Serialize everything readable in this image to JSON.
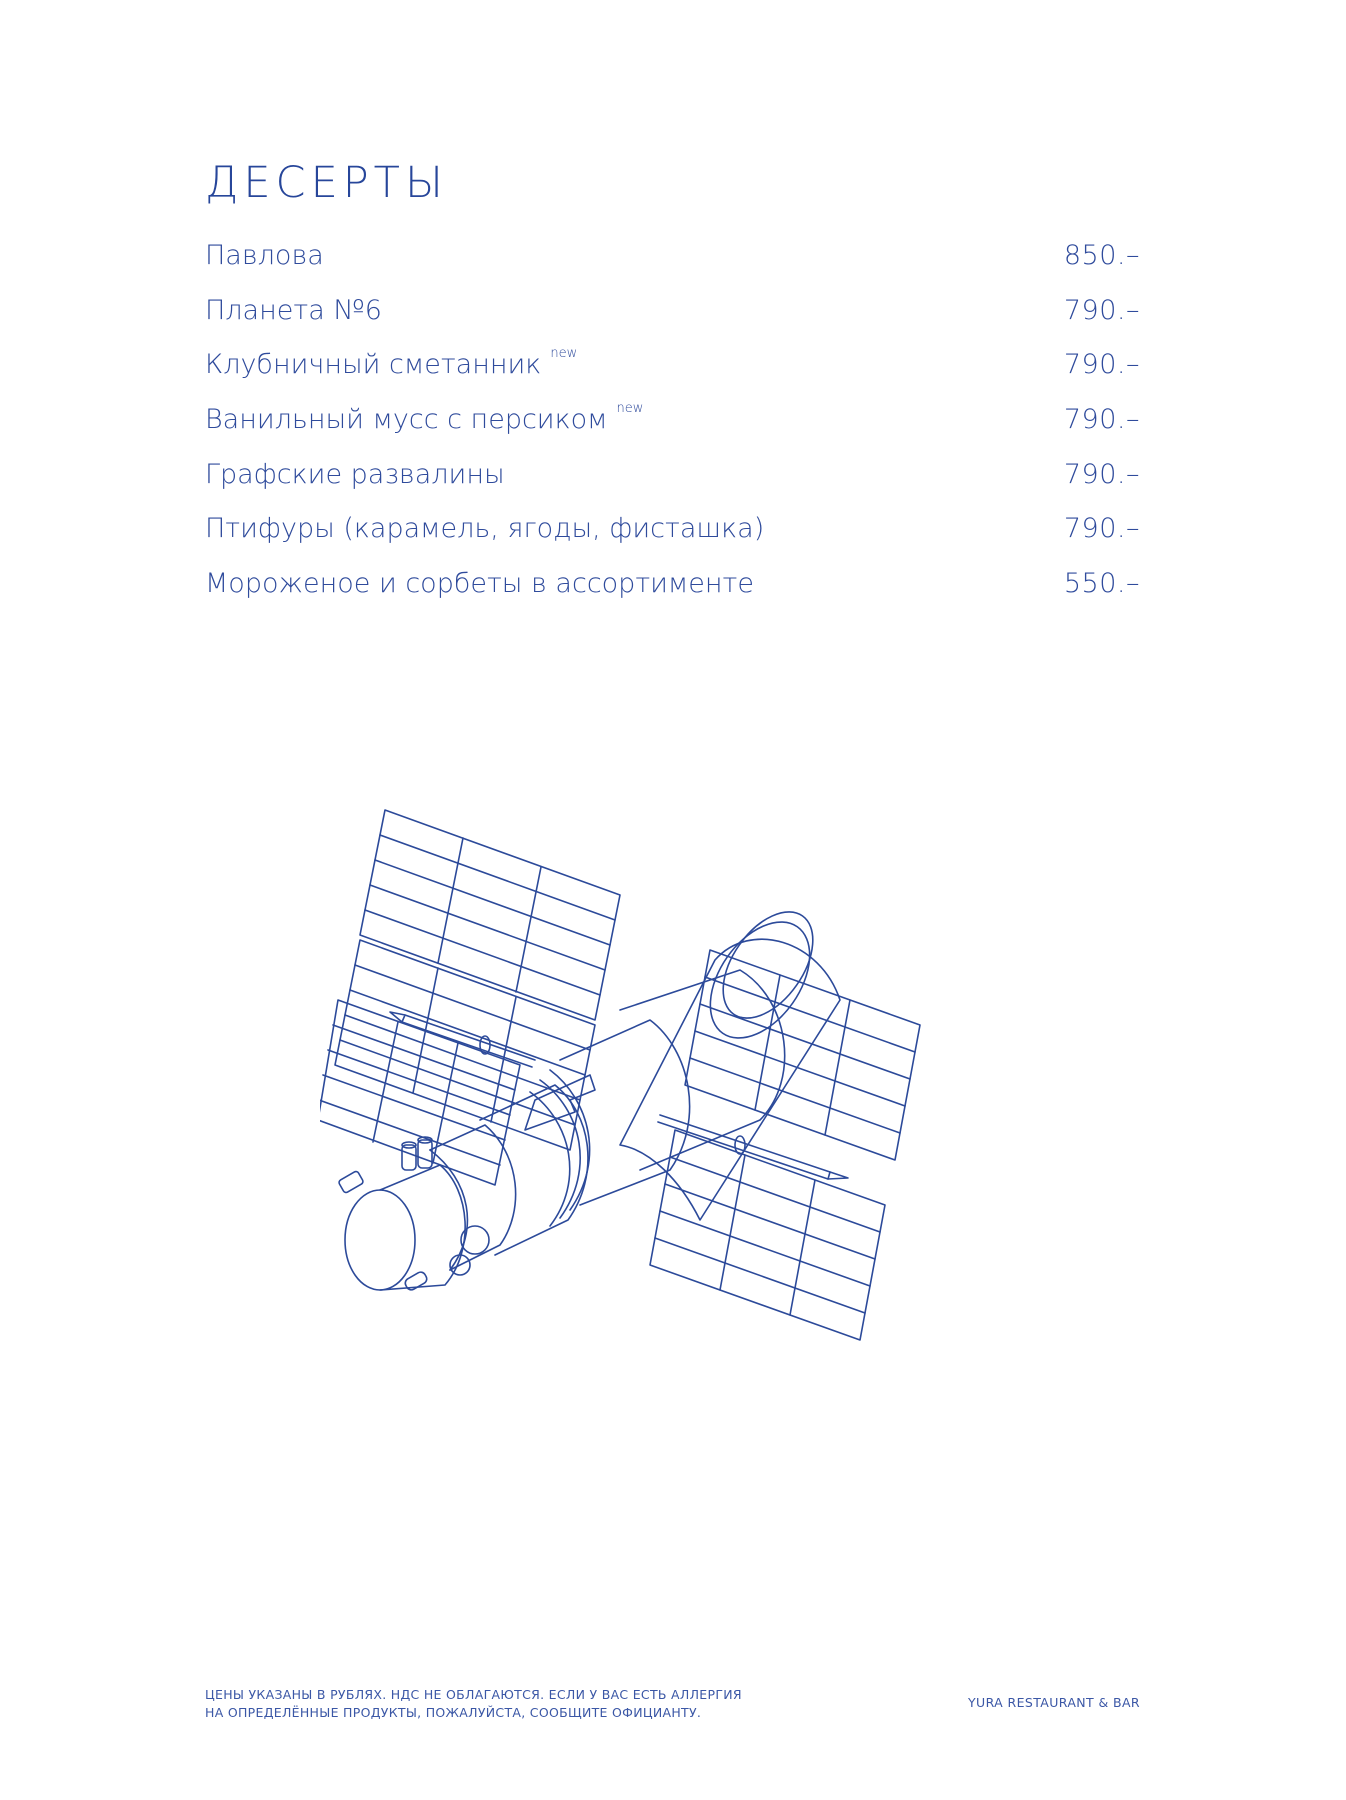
{
  "section": {
    "title": "ДЕСЕРТЫ"
  },
  "items": [
    {
      "name": "Павлова",
      "badge": "",
      "price": "850.–"
    },
    {
      "name": "Планета №6",
      "badge": "",
      "price": "790.–"
    },
    {
      "name": "Клубничный сметанник",
      "badge": "new",
      "price": "790.–"
    },
    {
      "name": "Ванильный мусс с персиком",
      "badge": "new",
      "price": "790.–"
    },
    {
      "name": "Графские развалины",
      "badge": "",
      "price": "790.–"
    },
    {
      "name": "Птифуры (карамель, ягоды, фисташка)",
      "badge": "",
      "price": "790.–"
    },
    {
      "name": "Мороженое и сорбеты в ассортименте",
      "badge": "",
      "price": "550.–"
    }
  ],
  "illustration": {
    "icon": "satellite-illustration"
  },
  "footer": {
    "note_line1": "ЦЕНЫ УКАЗАНЫ В РУБЛЯХ. НДС НЕ ОБЛАГАЮТСЯ. ЕСЛИ У ВАС ЕСТЬ АЛЛЕРГИЯ",
    "note_line2": "НА ОПРЕДЕЛЁННЫЕ ПРОДУКТЫ, ПОЖАЛУЙСТА, СООБЩИТЕ ОФИЦИАНТУ.",
    "brand": "YURA RESTAURANT & BAR"
  },
  "colors": {
    "ink": "#2c4a9a",
    "background": "#ffffff"
  }
}
